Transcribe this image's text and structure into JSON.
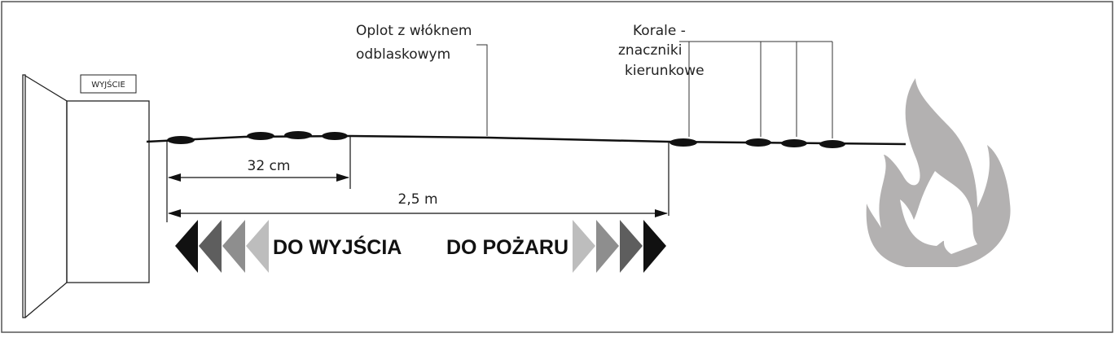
{
  "labels": {
    "exit_sign": "WYJŚCIE",
    "rope_line1": "Oplot z włóknem",
    "rope_line2": "odblaskowym",
    "beads_line1": "Korale -",
    "beads_line2": "znaczniki",
    "beads_line3": "kierunkowe",
    "dim_short": "32 cm",
    "dim_long": "2,5 m",
    "to_exit": "DO WYJŚCIA",
    "to_fire": "DO POŻARU"
  },
  "colors": {
    "arrow_shades": [
      "#111111",
      "#5e5e5e",
      "#8e8e8e",
      "#bdbdbd"
    ],
    "flame": "#b3b1b1",
    "line": "#111111"
  },
  "icons": [
    "door-icon",
    "flame-icon",
    "bead-icon",
    "chevron-left-icon",
    "chevron-right-icon"
  ]
}
